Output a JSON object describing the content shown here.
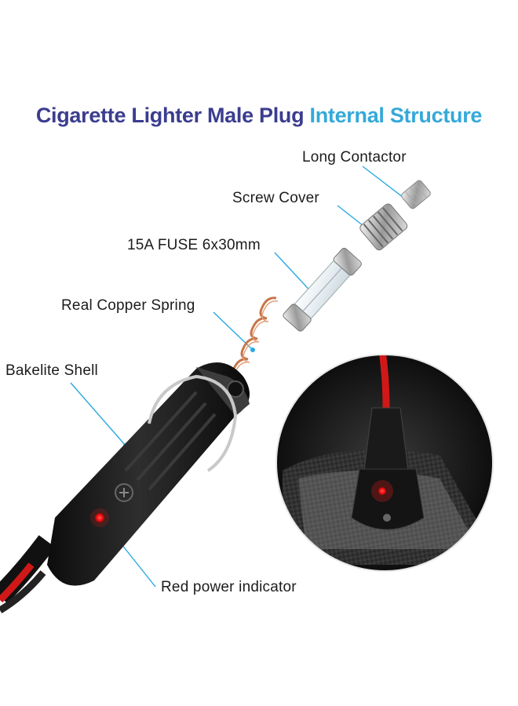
{
  "title": {
    "part1": "Cigarette Lighter Male Plug ",
    "part2": "Internal Structure",
    "color1": "#3b3d8f",
    "color2": "#35a9d9"
  },
  "labels": {
    "long_contactor": "Long Contactor",
    "screw_cover": "Screw Cover",
    "fuse": "15A FUSE 6x30mm",
    "spring": "Real Copper Spring",
    "shell": "Bakelite Shell",
    "indicator": "Red power indicator"
  },
  "colors": {
    "leader": "#29a9e1",
    "plug_body": "#1a1a1a",
    "cable_red": "#d01818",
    "led": "#ff1a1a",
    "copper": "#c7764a"
  }
}
